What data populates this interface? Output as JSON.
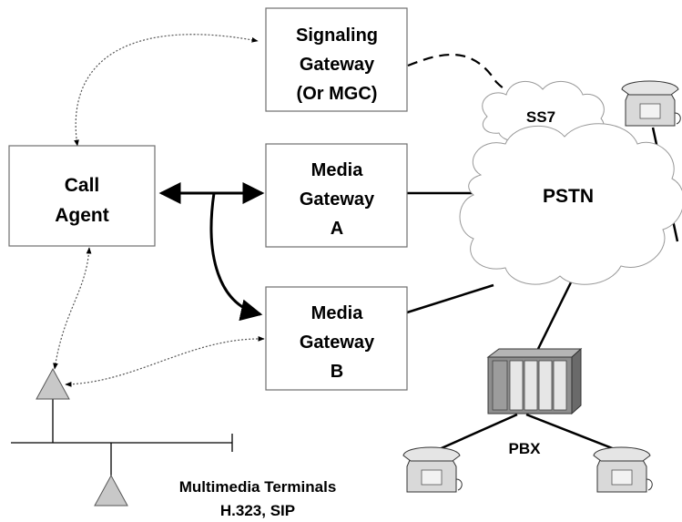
{
  "nodes": {
    "signaling_gateway": [
      "Signaling",
      "Gateway",
      "(Or MGC)"
    ],
    "call_agent": [
      "Call",
      "Agent"
    ],
    "media_gateway_a": [
      "Media",
      "Gateway",
      "A"
    ],
    "media_gateway_b": [
      "Media",
      "Gateway",
      "B"
    ]
  },
  "clouds": {
    "ss7": "SS7",
    "pstn": "PSTN"
  },
  "pbx_label": "PBX",
  "terminals": {
    "line1": "Multimedia Terminals",
    "line2": "H.323, SIP"
  },
  "colors": {
    "box_border": "#6f6f6f",
    "terminal_fill": "#c8c8c8",
    "pbx_body": "#8e8e8e",
    "line": "#000000"
  }
}
